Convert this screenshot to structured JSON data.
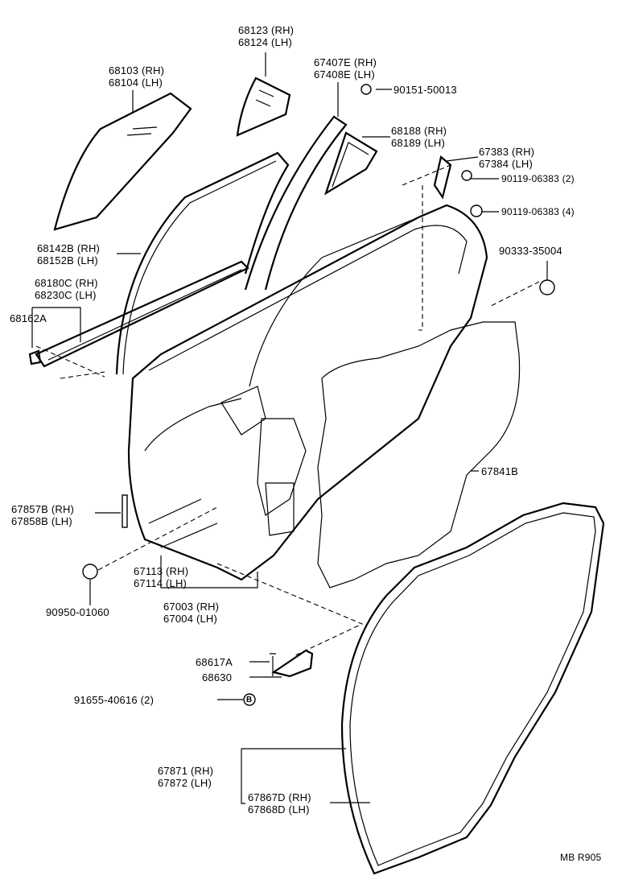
{
  "labels": {
    "p68123": [
      "68123 (RH)",
      "68124 (LH)"
    ],
    "p68103": [
      "68103 (RH)",
      "68104 (LH)"
    ],
    "p67407": [
      "67407E (RH)",
      "67408E (LH)"
    ],
    "p90151": [
      "90151-50013"
    ],
    "p68188": [
      "68188 (RH)",
      "68189 (LH)"
    ],
    "p67383": [
      "67383 (RH)",
      "67384 (LH)"
    ],
    "p90119a": [
      "90119-06383 (2)"
    ],
    "p90119b": [
      "90119-06383 (4)"
    ],
    "p68142": [
      "68142B (RH)",
      "68152B (LH)"
    ],
    "p68180": [
      "68180C (RH)",
      "68230C (LH)"
    ],
    "p68162": [
      "68162A"
    ],
    "p90333": [
      "90333-35004"
    ],
    "p67841": [
      "67841B"
    ],
    "p67857": [
      "67857B (RH)",
      "67858B (LH)"
    ],
    "p67113": [
      "67113 (RH)",
      "67114 (LH)"
    ],
    "p90950": [
      "90950-01060"
    ],
    "p67003": [
      "67003 (RH)",
      "67004 (LH)"
    ],
    "p68617": [
      "68617A"
    ],
    "p68630": [
      "68630"
    ],
    "p91655": [
      "91655-40616 (2)"
    ],
    "p67871": [
      "67871 (RH)",
      "67872 (LH)"
    ],
    "p67867": [
      "67867D (RH)",
      "67868D (LH)"
    ],
    "code": [
      "MB  R905"
    ]
  },
  "b_marker": "B"
}
